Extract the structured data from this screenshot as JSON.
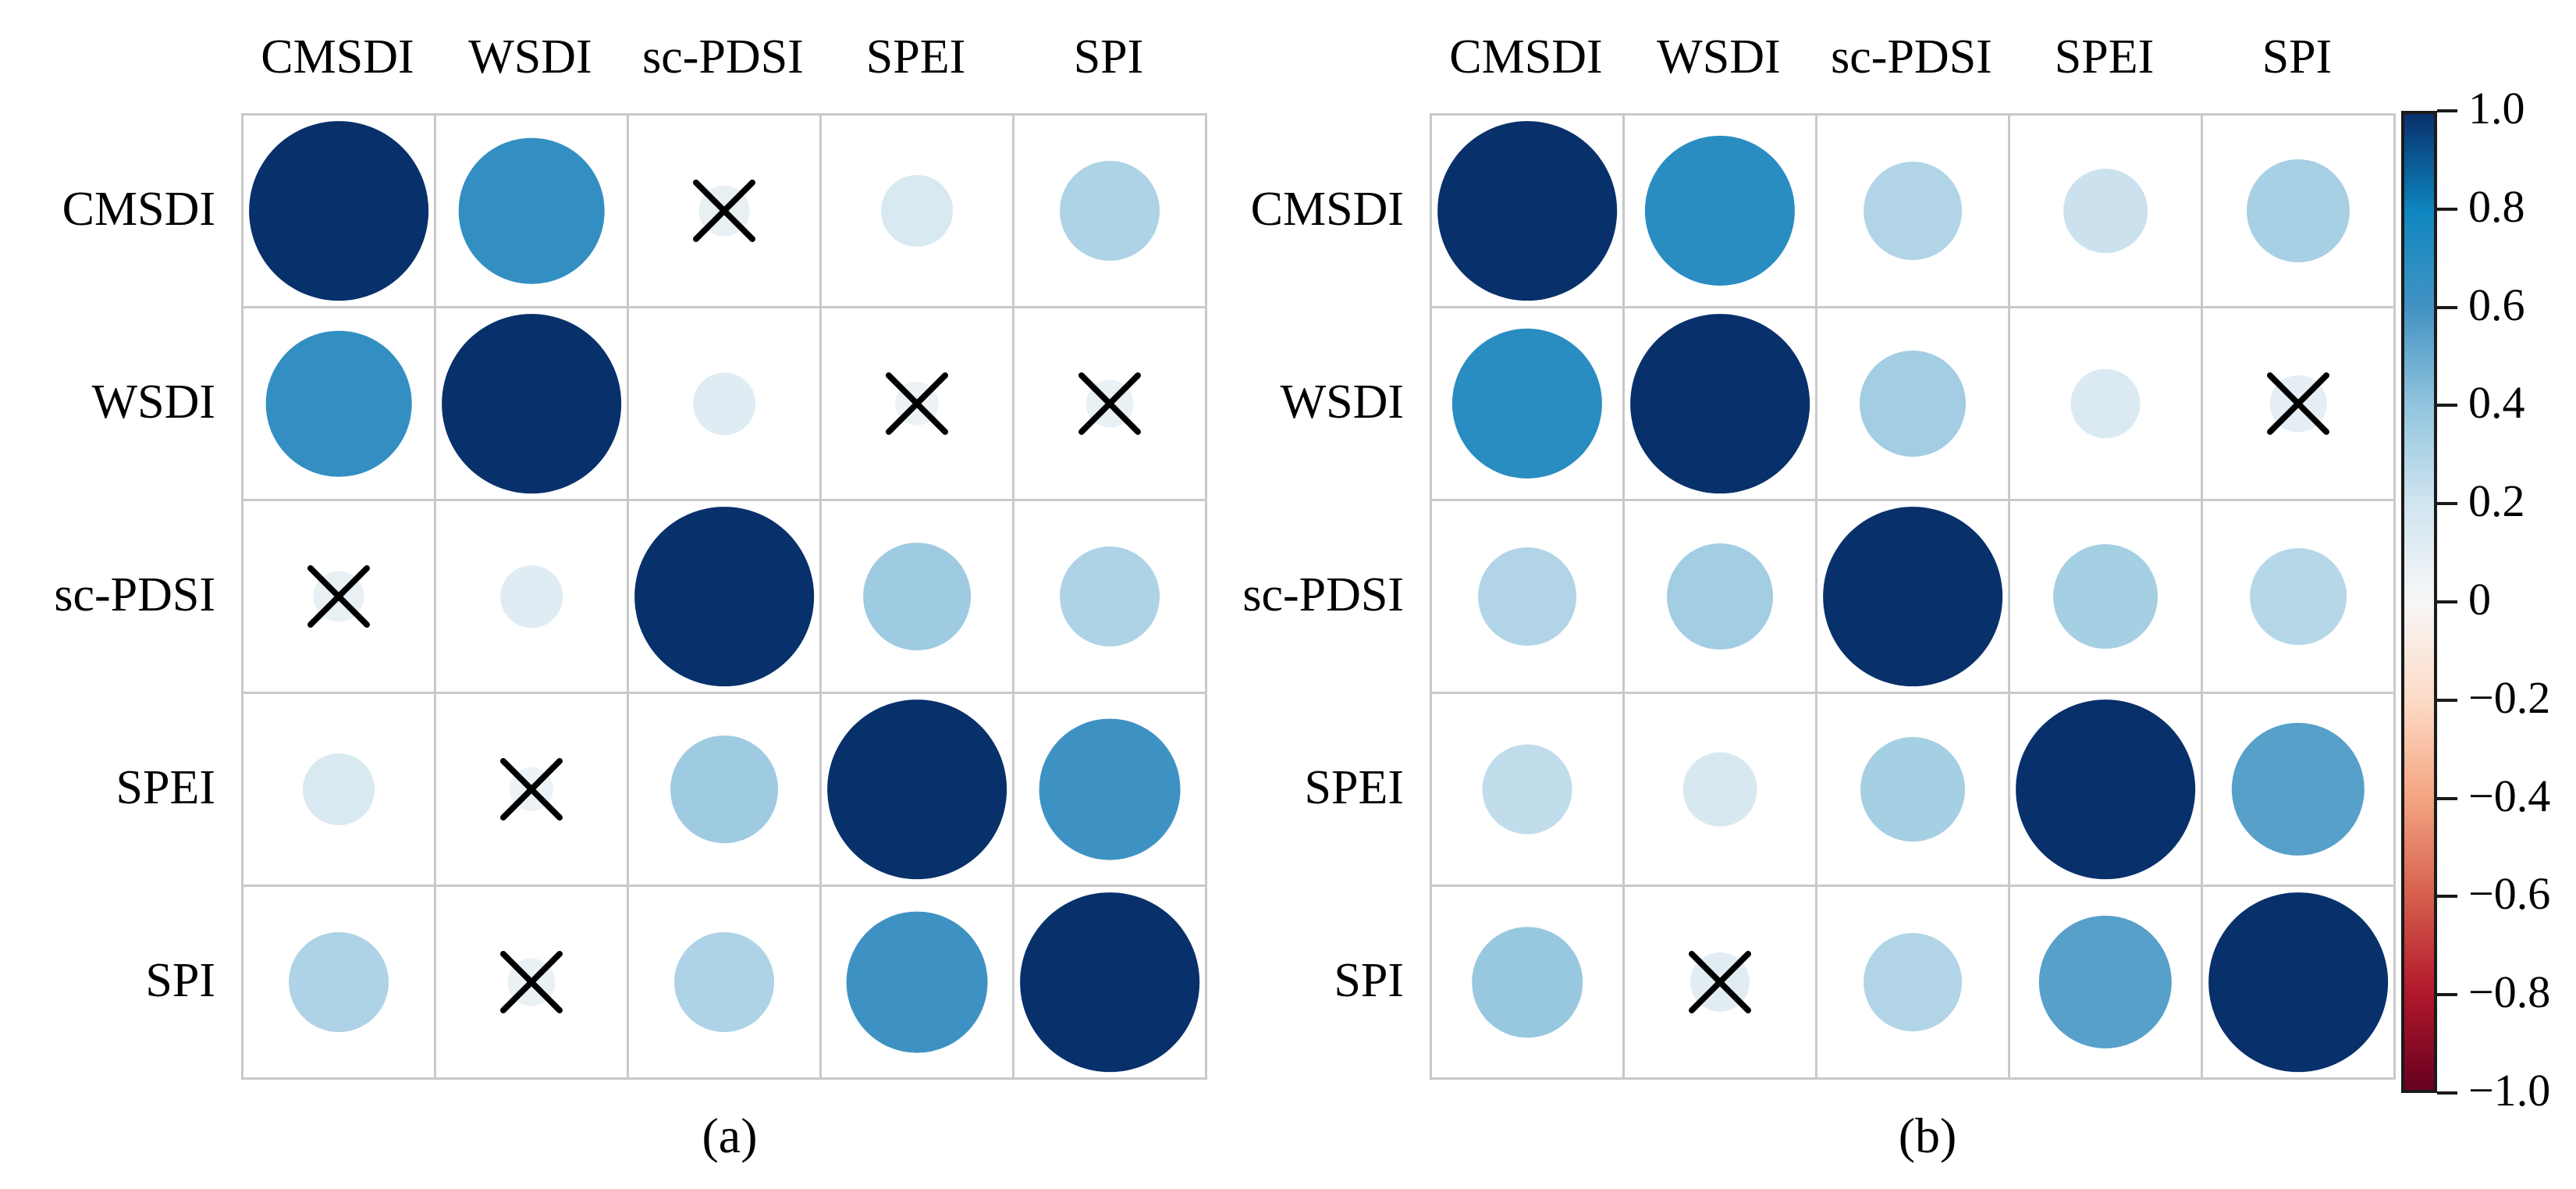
{
  "figure": {
    "background": "#ffffff",
    "panels": [
      {
        "id": "a",
        "caption": "(a)"
      },
      {
        "id": "b",
        "caption": "(b)"
      }
    ]
  },
  "colors": {
    "grid_line": "#c9c9c9",
    "text": "#000000",
    "cmap_positive_max": "#08306b",
    "cmap_mid_blue": "#0e86c0",
    "cmap_light_blue": "#9ecae1",
    "cmap_zero": "#f7f7f7",
    "cmap_negative_max": "#67001f",
    "xmark": "#000000"
  },
  "chart_data": [
    {
      "type": "heatmap",
      "subtype": "correlation-matrix-bubble",
      "title": "(a)",
      "panel": "a",
      "categories": [
        "CMSDI",
        "WSDI",
        "sc-PDSI",
        "SPEI",
        "SPI"
      ],
      "xlabel": "",
      "ylabel": "",
      "legend": "colorbar",
      "grid": true,
      "zlim": [
        -1.0,
        1.0
      ],
      "row_labels": [
        "CMSDI",
        "WSDI",
        "sc-PDSI",
        "SPEI",
        "SPI"
      ],
      "col_labels": [
        "CMSDI",
        "WSDI",
        "sc-PDSI",
        "SPEI",
        "SPI"
      ],
      "values": [
        [
          1.0,
          0.66,
          0.08,
          0.16,
          0.31
        ],
        [
          0.66,
          1.0,
          0.12,
          0.06,
          0.07
        ],
        [
          0.08,
          0.12,
          1.0,
          0.36,
          0.31
        ],
        [
          0.16,
          0.06,
          0.36,
          1.0,
          0.62
        ],
        [
          0.31,
          0.07,
          0.31,
          0.62,
          1.0
        ]
      ],
      "not_significant": [
        [
          false,
          false,
          true,
          false,
          false
        ],
        [
          false,
          false,
          false,
          true,
          true
        ],
        [
          true,
          false,
          false,
          false,
          false
        ],
        [
          false,
          true,
          false,
          false,
          false
        ],
        [
          false,
          true,
          false,
          false,
          false
        ]
      ]
    },
    {
      "type": "heatmap",
      "subtype": "correlation-matrix-bubble",
      "title": "(b)",
      "panel": "b",
      "categories": [
        "CMSDI",
        "WSDI",
        "sc-PDSI",
        "SPEI",
        "SPI"
      ],
      "xlabel": "",
      "ylabel": "",
      "legend": "colorbar",
      "grid": true,
      "zlim": [
        -1.0,
        1.0
      ],
      "row_labels": [
        "CMSDI",
        "WSDI",
        "sc-PDSI",
        "SPEI",
        "SPI"
      ],
      "col_labels": [
        "CMSDI",
        "WSDI",
        "sc-PDSI",
        "SPEI",
        "SPI"
      ],
      "values": [
        [
          1.0,
          0.7,
          0.3,
          0.22,
          0.33
        ],
        [
          0.7,
          1.0,
          0.35,
          0.15,
          0.1
        ],
        [
          0.3,
          0.35,
          1.0,
          0.34,
          0.29
        ],
        [
          0.25,
          0.17,
          0.34,
          1.0,
          0.55
        ],
        [
          0.38,
          0.11,
          0.3,
          0.55,
          1.0
        ]
      ],
      "not_significant": [
        [
          false,
          false,
          false,
          false,
          false
        ],
        [
          false,
          false,
          false,
          false,
          true
        ],
        [
          false,
          false,
          false,
          false,
          false
        ],
        [
          false,
          false,
          false,
          false,
          false
        ],
        [
          false,
          true,
          false,
          false,
          false
        ]
      ]
    }
  ],
  "colorbar": {
    "min": -1.0,
    "max": 1.0,
    "ticks": [
      {
        "value": 1.0,
        "label": "1.0"
      },
      {
        "value": 0.8,
        "label": "0.8"
      },
      {
        "value": 0.6,
        "label": "0.6"
      },
      {
        "value": 0.4,
        "label": "0.4"
      },
      {
        "value": 0.2,
        "label": "0.2"
      },
      {
        "value": 0.0,
        "label": "0"
      },
      {
        "value": -0.2,
        "label": "−0.2"
      },
      {
        "value": -0.4,
        "label": "−0.4"
      },
      {
        "value": -0.6,
        "label": "−0.6"
      },
      {
        "value": -0.8,
        "label": "−0.8"
      },
      {
        "value": -1.0,
        "label": "−1.0"
      }
    ]
  }
}
